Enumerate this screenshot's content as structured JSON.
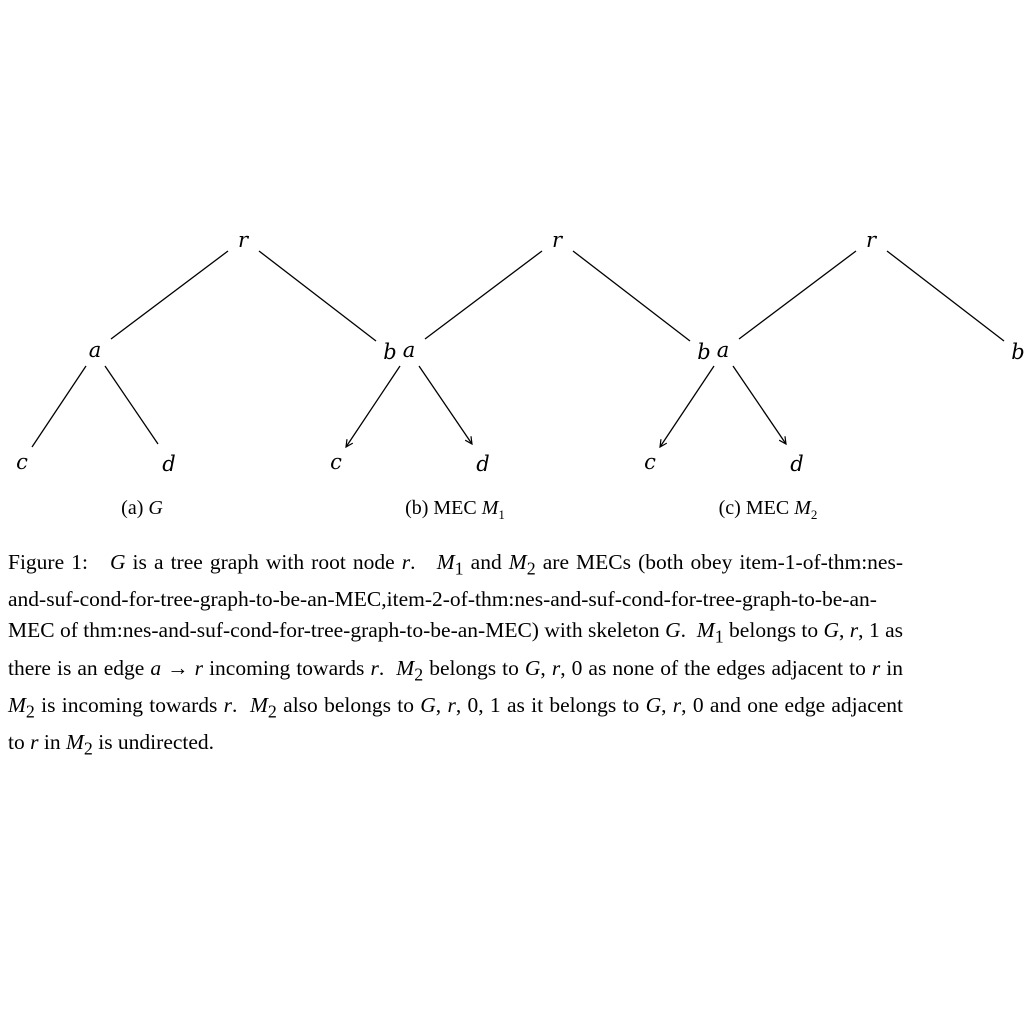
{
  "subfigures": [
    {
      "caption_label": "(a)",
      "caption_name": "",
      "caption_math": "G",
      "caption_sub": "",
      "nodes": {
        "r": "r",
        "a": "a",
        "b": "b",
        "c": "c",
        "d": "d"
      },
      "edges": [
        {
          "from": "r",
          "to": "a",
          "directed": false
        },
        {
          "from": "r",
          "to": "b",
          "directed": false
        },
        {
          "from": "a",
          "to": "c",
          "directed": false
        },
        {
          "from": "a",
          "to": "d",
          "directed": false
        }
      ]
    },
    {
      "caption_label": "(b)",
      "caption_name": "MEC",
      "caption_math": "M",
      "caption_sub": "1",
      "nodes": {
        "r": "r",
        "a": "a",
        "b": "b",
        "c": "c",
        "d": "d"
      },
      "edges": [
        {
          "from": "r",
          "to": "a",
          "directed": false
        },
        {
          "from": "r",
          "to": "b",
          "directed": false
        },
        {
          "from": "a",
          "to": "c",
          "directed": true
        },
        {
          "from": "a",
          "to": "d",
          "directed": true
        }
      ]
    },
    {
      "caption_label": "(c)",
      "caption_name": "MEC",
      "caption_math": "M",
      "caption_sub": "2",
      "nodes": {
        "r": "r",
        "a": "a",
        "b": "b",
        "c": "c",
        "d": "d"
      },
      "edges": [
        {
          "from": "r",
          "to": "a",
          "directed": false
        },
        {
          "from": "r",
          "to": "b",
          "directed": false
        },
        {
          "from": "a",
          "to": "c",
          "directed": true
        },
        {
          "from": "a",
          "to": "d",
          "directed": true
        }
      ]
    }
  ],
  "caption": {
    "label": "Figure 1:",
    "body_html": "<i>G</i> is a tree graph with root node <i>r</i>. &nbsp;&nbsp;<i>M</i><sub>1</sub> and <i>M</i><sub>2</sub> are MECs (both obey item-1-of-thm:nes-and-suf-cond-for-tree-graph-to-be-an-MEC,item-2-of-thm:nes-and-suf-cond-for-tree-graph-to-be-an-MEC of thm:nes-and-suf-cond-for-tree-graph-to-be-an-MEC) with skeleton <i>G</i>. &nbsp;<i>M</i><sub>1</sub> belongs to <i>G</i>, <i>r</i>, 1 as there is an edge <i>a</i> &rarr; <i>r</i> incoming towards <i>r</i>. &nbsp;<i>M</i><sub>2</sub> belongs to <i>G</i>, <i>r</i>, 0 as none of the edges adjacent to <i>r</i> in <i>M</i><sub>2</sub> is incoming towards <i>r</i>. &nbsp;<i>M</i><sub>2</sub> also belongs to <i>G</i>, <i>r</i>, 0, 1 as it belongs to <i>G</i>, <i>r</i>, 0 and one edge adjacent to <i>r</i> in <i>M</i><sub>2</sub> is undirected."
  }
}
